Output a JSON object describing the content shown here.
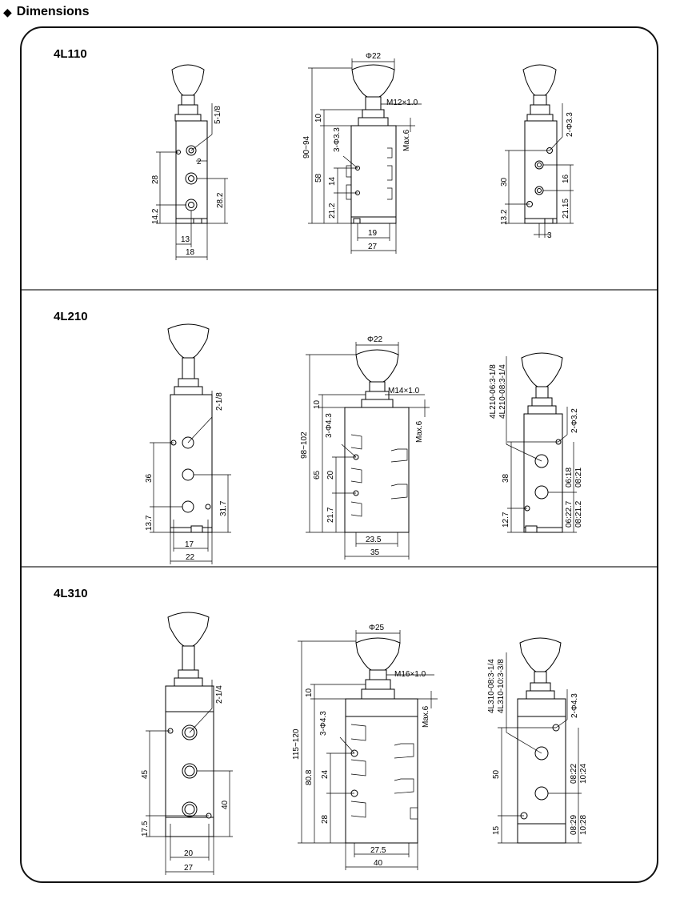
{
  "header": {
    "bullet_icon": "diamond-icon",
    "title": "Dimensions"
  },
  "sections": [
    {
      "model": "4L110",
      "front": {
        "port": "5-1/8",
        "h1": "28",
        "h2": "14.2",
        "h3": "28.2",
        "w1": "13",
        "w2": "18",
        "small": "2"
      },
      "side": {
        "dia": "Φ22",
        "thread": "M12×1.0",
        "total": "90~94",
        "d10": "10",
        "holes": "3-Φ3.3",
        "h58": "58",
        "h14": "14",
        "h21": "21.2",
        "maxv": "Max.6",
        "w1": "19",
        "w2": "27"
      },
      "rear": {
        "holes": "2-Φ3.3",
        "h30": "30",
        "h13": "13.2",
        "d16": "16",
        "d21": "21.15",
        "w3": "3"
      }
    },
    {
      "model": "4L210",
      "front": {
        "port": "2-1/8",
        "h1": "36",
        "h2": "13.7",
        "h3": "31.7",
        "w1": "17",
        "w2": "22"
      },
      "side": {
        "dia": "Φ22",
        "thread": "M14×1.0",
        "total": "98~102",
        "d10": "10",
        "holes": "3-Φ4.3",
        "h65": "65",
        "h20": "20",
        "h21": "21.7",
        "maxv": "Max.6",
        "w1": "23.5",
        "w2": "35"
      },
      "rear": {
        "note1": "4L210-06:3-1/8",
        "note2": "4L210-08:3-1/4",
        "holes": "2-Φ3.2",
        "h38": "38",
        "h12": "12.7",
        "a1": "06:18",
        "a2": "08:21",
        "b1": "06:22.7",
        "b2": "08:21.2"
      }
    },
    {
      "model": "4L310",
      "front": {
        "port": "2-1/4",
        "h1": "45",
        "h2": "17.5",
        "h3": "40",
        "w1": "20",
        "w2": "27"
      },
      "side": {
        "dia": "Φ25",
        "thread": "M16×1.0",
        "total": "115~120",
        "d10": "10",
        "holes": "3-Φ4.3",
        "h80": "80.8",
        "h24": "24",
        "h28": "28",
        "maxv": "Max.6",
        "w1": "27.5",
        "w2": "40"
      },
      "rear": {
        "note1": "4L310-08:3-1/4",
        "note2": "4L310-10:3-3/8",
        "holes": "2-Φ4.3",
        "h50": "50",
        "h15": "15",
        "a1": "08:22",
        "a2": "10:24",
        "b1": "08:29",
        "b2": "10:28"
      }
    }
  ]
}
